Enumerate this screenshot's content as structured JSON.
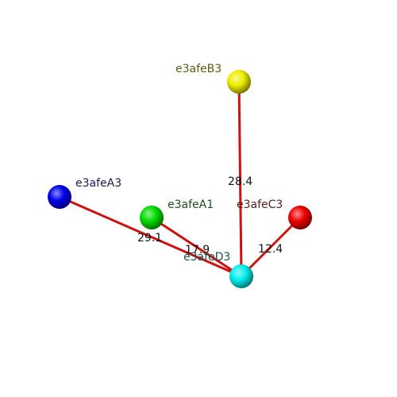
{
  "nodes": [
    {
      "id": "A1",
      "label": "e3afeA1",
      "color": "#00dd00",
      "label_color": "#1d4f1d"
    },
    {
      "id": "A3",
      "label": "e3afeA3",
      "color": "#0000ee",
      "label_color": "#1a1a4f"
    },
    {
      "id": "B3",
      "label": "e3afeB3",
      "color": "#eeee00",
      "label_color": "#5a5a1a"
    },
    {
      "id": "C3",
      "label": "e3afeC3",
      "color": "#ee0000",
      "label_color": "#5a1a1a"
    },
    {
      "id": "D3",
      "label": "e3afeD3",
      "color": "#00eeee",
      "label_color": "#1a4f4f"
    }
  ],
  "edges": [
    {
      "from": "D3",
      "to": "B3",
      "label": "28.4"
    },
    {
      "from": "D3",
      "to": "A3",
      "label": "29.1"
    },
    {
      "from": "D3",
      "to": "A1",
      "label": "17.9"
    },
    {
      "from": "D3",
      "to": "C3",
      "label": "12.4"
    }
  ],
  "bond_color": "#cc1111"
}
